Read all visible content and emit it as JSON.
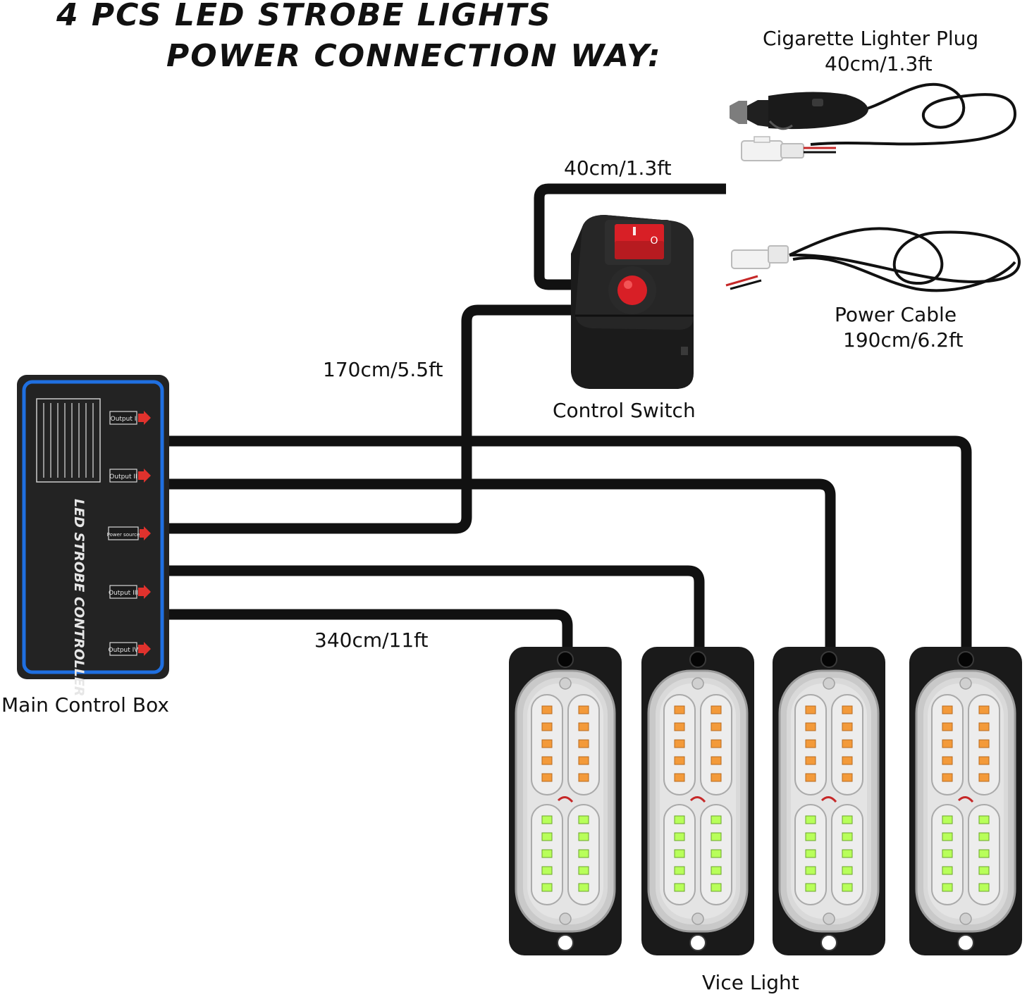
{
  "title": {
    "line1": "4 PCS LED STROBE LIGHTS",
    "line2": "POWER CONNECTION WAY:"
  },
  "labels": {
    "cigarette_plug_name": "Cigarette Lighter Plug",
    "cigarette_plug_len": "40cm/1.3ft",
    "switch_cable_len": "40cm/1.3ft",
    "power_cable_name": "Power Cable",
    "power_cable_len": "190cm/6.2ft",
    "control_switch": "Control Switch",
    "switch_lead_len": "170cm/5.5ft",
    "main_control_box": "Main Control Box",
    "output_cable_len": "340cm/11ft",
    "vice_light": "Vice Light"
  },
  "controller": {
    "name": "LED STROBE CONTROLLER",
    "ports": [
      "Output I",
      "Output II",
      "Power source",
      "Output III",
      "Output IV"
    ]
  },
  "switch_button_mark": "O",
  "colors": {
    "cable": "#111111",
    "controller_border": "#1f6fe0",
    "switch_red": "#d81f26",
    "led_amber": "#f39a3a",
    "led_green": "#b8ff5a"
  }
}
